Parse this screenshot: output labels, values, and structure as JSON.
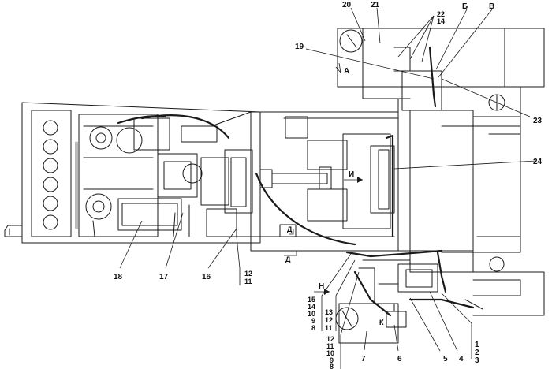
{
  "labels": {
    "n1": "1",
    "n2": "2",
    "n3": "3",
    "n4": "4",
    "n5": "5",
    "n6": "6",
    "n7": "7",
    "g_left_15": "15",
    "g_left_14": "14",
    "g_left_10": "10",
    "g_left_9": "9",
    "g_left_8": "8",
    "g_mid_13": "13",
    "g_mid_12": "12",
    "g_mid_11": "11",
    "g_bot_12": "12",
    "g_bot_11": "11",
    "g_bot_10": "10",
    "g_bot_9": "9",
    "g_bot_8": "8",
    "n16": "16",
    "n17": "17",
    "n18": "18",
    "g_right_12": "12",
    "g_right_11": "11",
    "n19": "19",
    "n20": "20",
    "n21": "21",
    "g_top_22": "22",
    "g_top_14": "14",
    "n23": "23",
    "n24": "24",
    "view_b": "Б",
    "view_v": "В",
    "view_a": "А",
    "arrow_i": "И",
    "arrow_n": "Н",
    "arrow_k": "К",
    "arrow_d_top": "Д",
    "arrow_d_bot": "Д"
  },
  "colors": {
    "ink": "#1a1a1a",
    "paper": "#ffffff"
  }
}
